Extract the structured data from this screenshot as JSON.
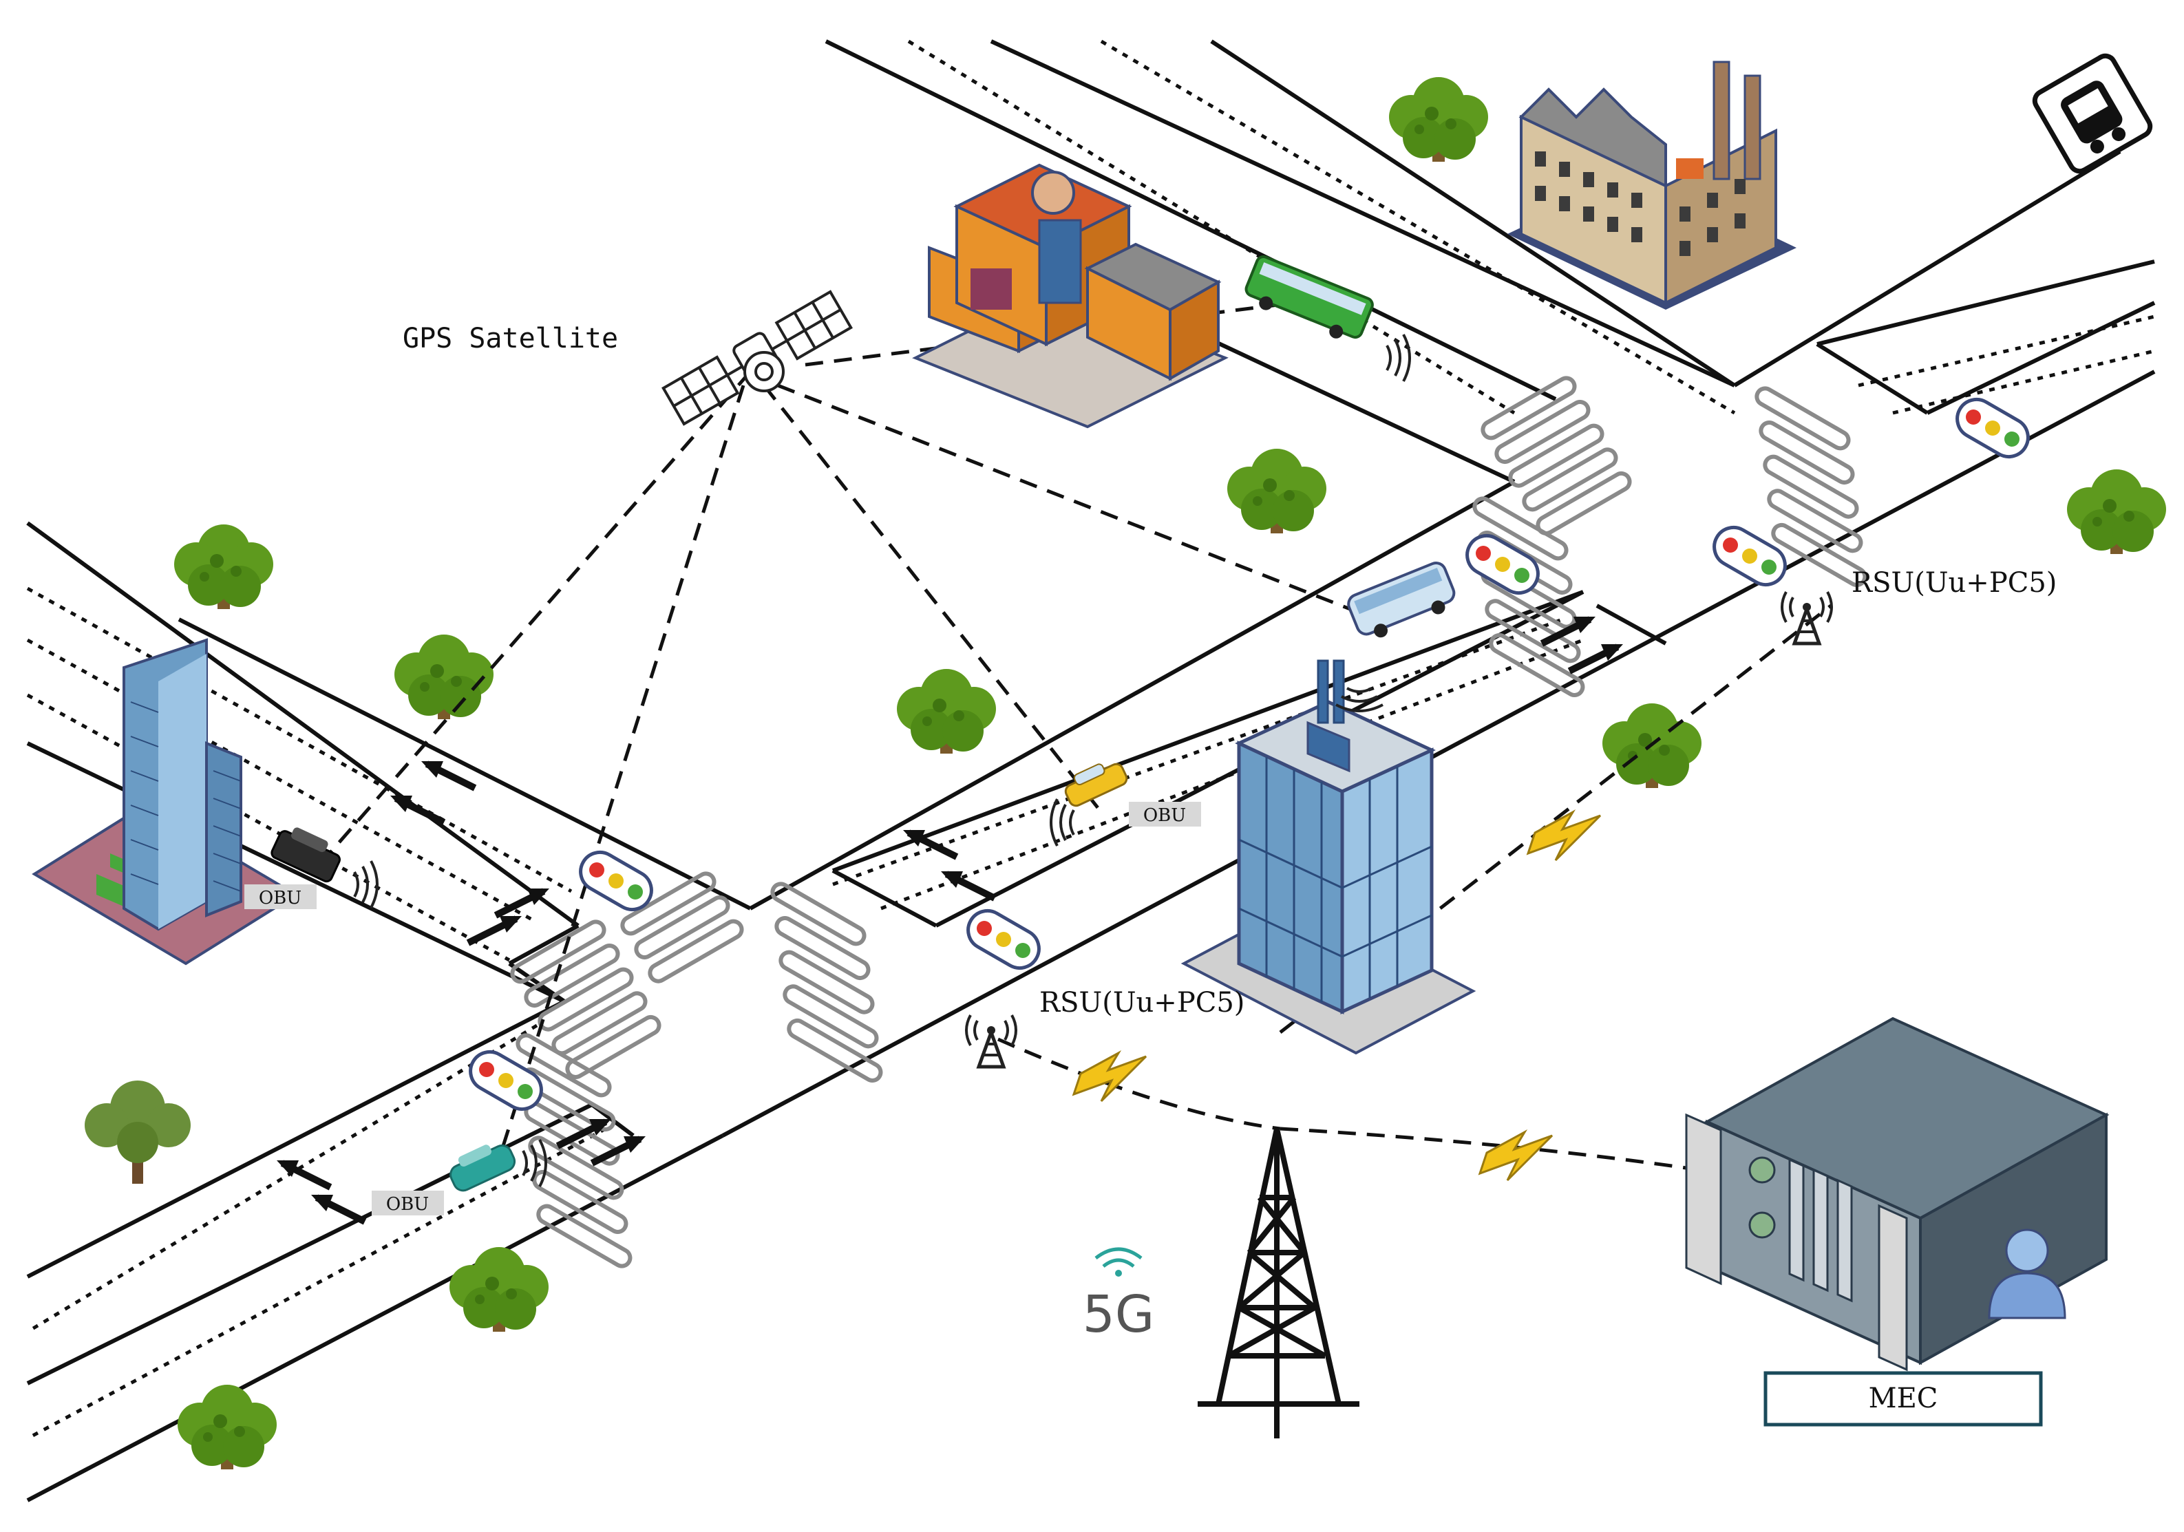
{
  "labels": {
    "gps_satellite": "GPS Satellite",
    "rsu_right": "RSU(Uu+PC5)",
    "rsu_center": "RSU(Uu+PC5)",
    "obu_left": "OBU",
    "obu_center": "OBU",
    "obu_bottom": "OBU",
    "five_g": "5G",
    "mec": "MEC"
  },
  "colors": {
    "tree": "#5e9a1e",
    "tree_dark": "#3f7510",
    "traffic_red": "#e0322b",
    "traffic_yellow": "#e8c018",
    "traffic_green": "#48a83c",
    "bus_green": "#3aa83c",
    "bus_white": "#cfe3f2",
    "car_yellow": "#f0c020",
    "car_teal": "#2aa39a",
    "car_black": "#2b2b2b",
    "lightning": "#f2c218",
    "server_body": "#6b7f8c",
    "five_g_teal": "#2aa39a",
    "building_glass": "#6b9cc5"
  },
  "icons": [
    "satellite-icon",
    "bus-stop-sign-icon",
    "factory-icon",
    "mall-icon",
    "office-tower-icon",
    "skyscraper-icon",
    "antenna-icon",
    "cell-tower-icon",
    "server-icon",
    "user-icon",
    "lightning-icon",
    "traffic-light-icon",
    "tree-icon",
    "bus-icon",
    "car-icon",
    "wireless-signal-icon"
  ]
}
